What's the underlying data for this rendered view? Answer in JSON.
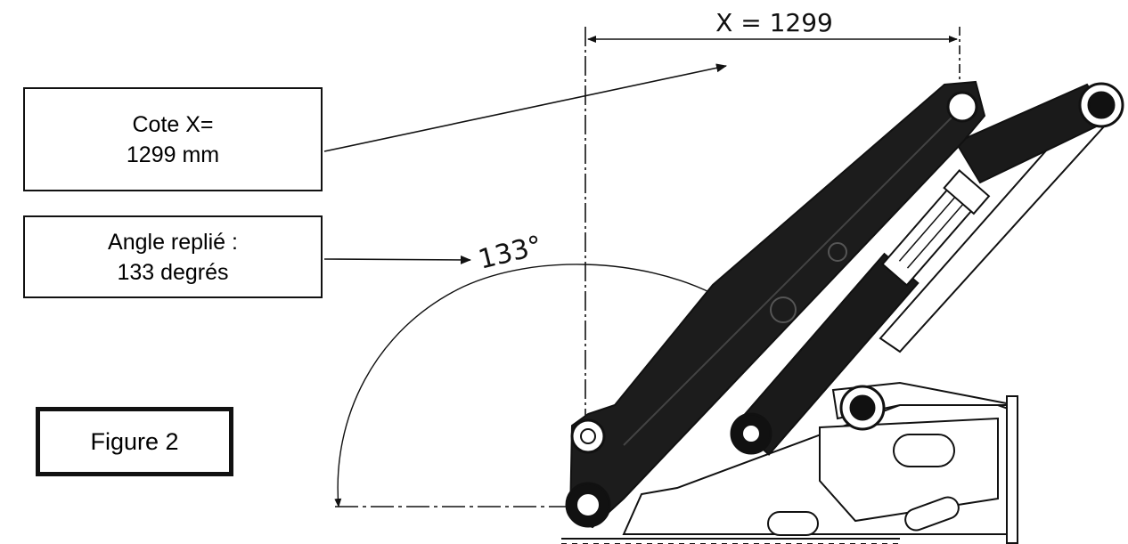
{
  "dimension_label": "X = 1299",
  "angle_label": "133°",
  "callouts": {
    "cote": {
      "line1": "Cote X=",
      "line2": "1299 mm"
    },
    "angle": {
      "line1": "Angle replié :",
      "line2": "133 degrés"
    }
  },
  "figure_label": "Figure 2",
  "colors": {
    "ink": "#111111",
    "boom_fill": "#1a1a1a",
    "paper": "#ffffff"
  }
}
